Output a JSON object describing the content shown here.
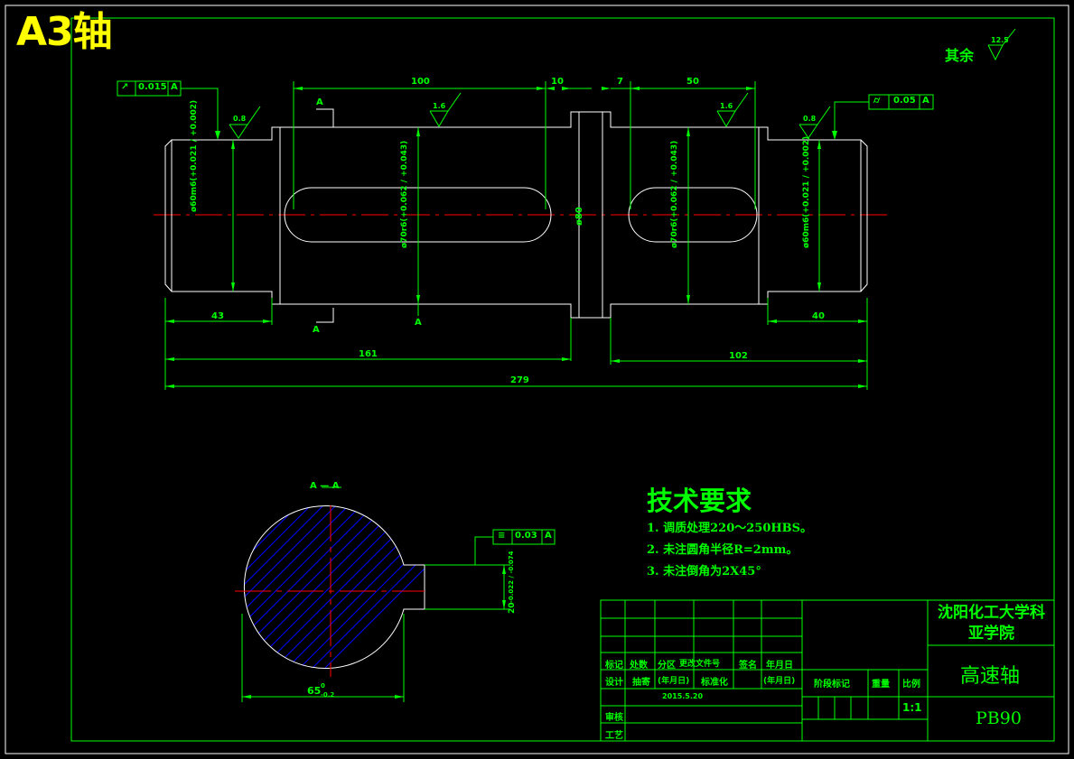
{
  "sheet": {
    "title": "A3轴"
  },
  "shaft": {
    "dims": {
      "len_100": "100",
      "len_10": "10",
      "len_7": "7",
      "len_50": "50",
      "len_43": "43",
      "len_40": "40",
      "len_161": "161",
      "len_102": "102",
      "len_279": "279",
      "dia_left": "ø60m6(+0.021 / +0.002)",
      "dia_mid_left": "ø70r6(+0.062 / +0.043)",
      "dia_collar": "ø80",
      "dia_mid_right": "ø70r6(+0.062 / +0.043)",
      "dia_right": "ø60m6(+0.021 / +0.002)"
    },
    "tolerances": {
      "left": {
        "symbol": "↗",
        "value": "0.015",
        "datum": "A"
      },
      "right": {
        "symbol": "⌭",
        "value": "0.05",
        "datum": "A"
      },
      "section": {
        "symbol": "≡",
        "value": "0.03",
        "datum": "A"
      }
    },
    "roughness": {
      "left": "0.8",
      "mid_left": "1.6",
      "mid_right": "1.6",
      "right": "0.8",
      "general": "12.5"
    },
    "section_marks": {
      "top": "A",
      "bottom": "A",
      "datum": "A"
    },
    "other": "其余"
  },
  "section_view": {
    "label": "A — A",
    "width_dim": "65",
    "width_tol_upper": "0",
    "width_tol_lower": "-0.2",
    "key_dim": "20",
    "key_tol": "-0.022 / -0.074"
  },
  "tech_req": {
    "title": "技术要求",
    "items": [
      "1. 调质处理220～250HBS。",
      "2. 未注圆角半径R=2mm。",
      "3. 未注倒角为2X45°"
    ]
  },
  "title_block": {
    "school": "沈阳化工大学科亚学院",
    "part_name": "高速轴",
    "drawing_no": "PB90",
    "scale_label": "比例",
    "scale": "1:1",
    "weight": "重量",
    "stage": "阶段标记",
    "labels": {
      "mark": "标记",
      "count": "处数",
      "zone": "分区",
      "change_doc": "更改文件号",
      "sign": "签名",
      "date": "年月日",
      "design": "设计",
      "designer": "抽寄",
      "date_paren": "(年月日)",
      "standard": "标准化",
      "date_paren2": "(年月日)",
      "review": "审核",
      "process": "工艺"
    },
    "date_value": "2015.5.20"
  },
  "colors": {
    "line": "#ffffff",
    "dim": "#00ff00",
    "center": "#ff0000",
    "hatch": "#0000ff",
    "title": "#ffff00"
  }
}
